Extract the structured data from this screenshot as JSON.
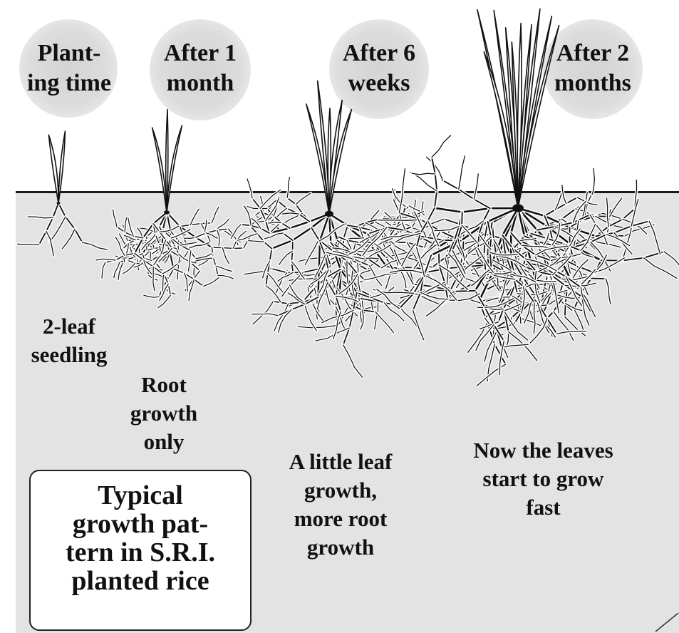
{
  "diagram": {
    "stages": [
      {
        "time_label": "Plant-\ning time",
        "caption": "2-leaf\nseedling",
        "leaves": 2
      },
      {
        "time_label": "After 1\nmonth",
        "caption": "Root\ngrowth\nonly",
        "leaves": 3
      },
      {
        "time_label": "After 6\nweeks",
        "caption": "A little leaf\ngrowth,\nmore root\ngrowth",
        "leaves": 5
      },
      {
        "time_label": "After 2\nmonths",
        "caption": "Now the leaves\nstart to grow\nfast",
        "leaves": 10
      }
    ],
    "title": "Typical\ngrowth pat-\ntern in S.R.I.\nplanted rice"
  },
  "colors": {
    "soil": "#e3e3e3",
    "badge": "#d6d6d6",
    "ink": "#111111"
  }
}
